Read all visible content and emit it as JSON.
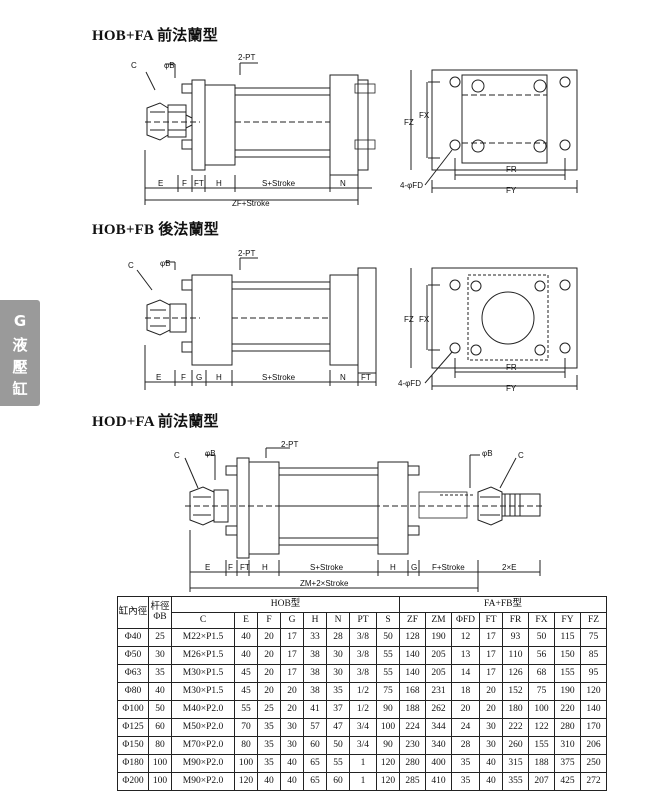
{
  "titles": {
    "t1": "HOB+FA 前法蘭型",
    "t2": "HOB+FB 後法蘭型",
    "t3": "HOD+FA 前法蘭型"
  },
  "side_tab": {
    "chars": [
      "G",
      "液",
      "壓",
      "缸"
    ]
  },
  "drawing_labels": {
    "c": "C",
    "b": "φB",
    "pt": "2-PT",
    "e": "E",
    "f": "F",
    "ft": "FT",
    "h": "H",
    "g": "G",
    "stroke": "S+Stroke",
    "n": "N",
    "zf": "ZF+Stroke",
    "zm": "ZM+2×Stroke",
    "fstroke": "F+Stroke",
    "two_e": "2×E",
    "fz": "FZ",
    "fx": "FX",
    "fr": "FR",
    "fy": "FY",
    "fd": "4-φFD"
  },
  "table": {
    "head": {
      "bore": "缸內徑",
      "rod": "杆徑ΦB",
      "hob": "HOB型",
      "fafb": "FA+FB型",
      "hob_cols": [
        "C",
        "E",
        "F",
        "G",
        "H",
        "N",
        "PT",
        "S"
      ],
      "fafb_cols": [
        "ZF",
        "ZM",
        "ΦFD",
        "FT",
        "FR",
        "FX",
        "FY",
        "FZ"
      ]
    },
    "rows": [
      [
        "Φ40",
        "25",
        "M22×P1.5",
        "40",
        "20",
        "17",
        "33",
        "28",
        "3/8",
        "50",
        "128",
        "190",
        "12",
        "17",
        "93",
        "50",
        "115",
        "75"
      ],
      [
        "Φ50",
        "30",
        "M26×P1.5",
        "40",
        "20",
        "17",
        "38",
        "30",
        "3/8",
        "55",
        "140",
        "205",
        "13",
        "17",
        "110",
        "56",
        "150",
        "85"
      ],
      [
        "Φ63",
        "35",
        "M30×P1.5",
        "45",
        "20",
        "17",
        "38",
        "30",
        "3/8",
        "55",
        "140",
        "205",
        "14",
        "17",
        "126",
        "68",
        "155",
        "95"
      ],
      [
        "Φ80",
        "40",
        "M30×P1.5",
        "45",
        "20",
        "20",
        "38",
        "35",
        "1/2",
        "75",
        "168",
        "231",
        "18",
        "20",
        "152",
        "75",
        "190",
        "120"
      ],
      [
        "Φ100",
        "50",
        "M40×P2.0",
        "55",
        "25",
        "20",
        "41",
        "37",
        "1/2",
        "90",
        "188",
        "262",
        "20",
        "20",
        "180",
        "100",
        "220",
        "140"
      ],
      [
        "Φ125",
        "60",
        "M50×P2.0",
        "70",
        "35",
        "30",
        "57",
        "47",
        "3/4",
        "100",
        "224",
        "344",
        "24",
        "30",
        "222",
        "122",
        "280",
        "170"
      ],
      [
        "Φ150",
        "80",
        "M70×P2.0",
        "80",
        "35",
        "30",
        "60",
        "50",
        "3/4",
        "90",
        "230",
        "340",
        "28",
        "30",
        "260",
        "155",
        "310",
        "206"
      ],
      [
        "Φ180",
        "100",
        "M90×P2.0",
        "100",
        "35",
        "40",
        "65",
        "55",
        "1",
        "120",
        "280",
        "400",
        "35",
        "40",
        "315",
        "188",
        "375",
        "250"
      ],
      [
        "Φ200",
        "100",
        "M90×P2.0",
        "120",
        "40",
        "40",
        "65",
        "60",
        "1",
        "120",
        "285",
        "410",
        "35",
        "40",
        "355",
        "207",
        "425",
        "272"
      ]
    ]
  }
}
